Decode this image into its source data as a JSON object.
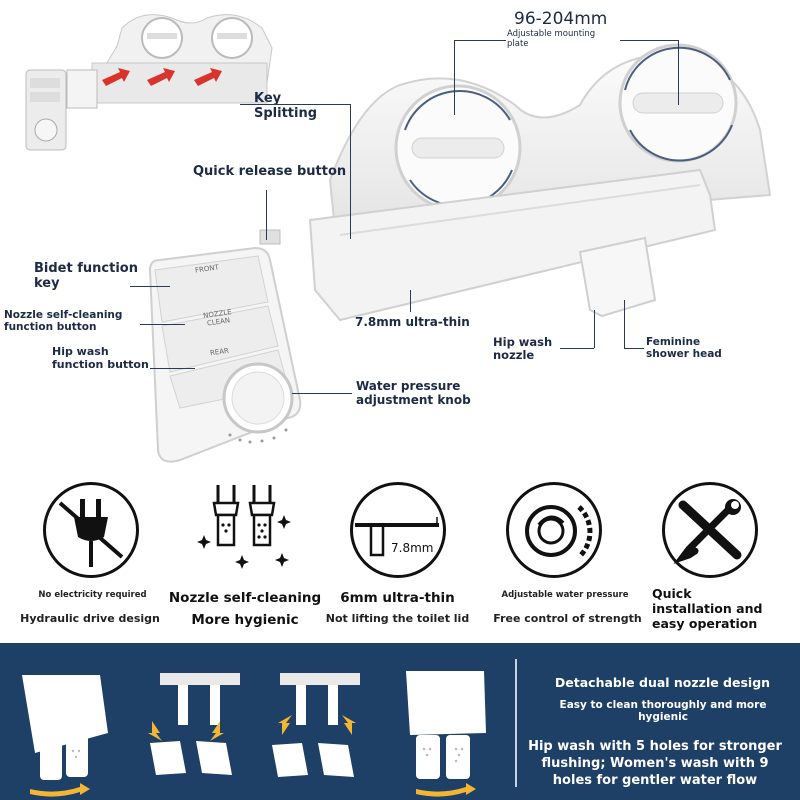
{
  "annotations": {
    "mounting_range": "96-204mm",
    "mounting_sub": "Adjustable mounting plate",
    "key_splitting": "Key Splitting",
    "quick_release": "Quick release button",
    "bidet_function_key": "Bidet function key",
    "nozzle_self_cleaning_btn": "Nozzle self-cleaning function button",
    "hip_wash_btn": "Hip wash function button",
    "ultra_thin": "7.8mm ultra-thin",
    "hip_wash_nozzle": "Hip wash nozzle",
    "feminine_shower_head": "Feminine shower head",
    "water_pressure_knob": "Water pressure adjustment knob"
  },
  "panel_buttons": {
    "front": "FRONT",
    "nozzle_clean": "NOZZLE CLEAN",
    "rear": "REAR"
  },
  "features": [
    {
      "icon": "no-plug-icon",
      "small": "No electricity required",
      "title": "",
      "sub": "Hydraulic drive design"
    },
    {
      "icon": "nozzle-sparkle-icon",
      "small": "",
      "title": "Nozzle self-cleaning",
      "sub": "More hygienic"
    },
    {
      "icon": "thin-profile-icon",
      "small": "",
      "title": "6mm ultra-thin",
      "sub": "Not lifting the toilet lid",
      "inset": "7.8mm"
    },
    {
      "icon": "pressure-dial-icon",
      "small": "Adjustable water pressure",
      "title": "",
      "sub": "Free control of strength"
    },
    {
      "icon": "wrench-screwdriver-icon",
      "small": "",
      "title": "",
      "sub": "Quick installation and easy operation"
    }
  ],
  "bottom": {
    "heading": "Detachable dual nozzle design",
    "sub": "Easy to clean thoroughly and more hygienic",
    "body": "Hip wash with 5 holes for stronger flushing; Women's wash with 9 holes for gentler water flow"
  },
  "colors": {
    "navy": "#1e3f66",
    "arrow_red": "#d9342b",
    "arrow_yellow": "#f2b632"
  }
}
